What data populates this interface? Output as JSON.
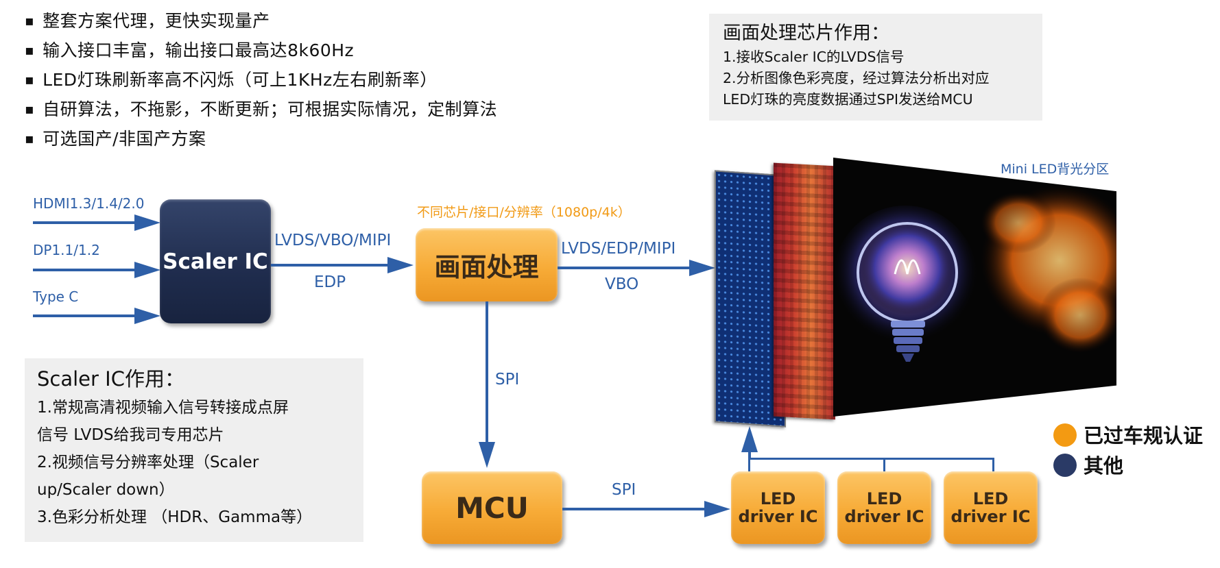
{
  "bullets": [
    "整套方案代理，更快实现量产",
    "输入接口丰富，输出接口最高达8k60Hz",
    "LED灯珠刷新率高不闪烁（可上1KHz左右刷新率）",
    "自研算法，不拖影，不断更新；可根据实际情况，定制算法",
    "可选国产/非国产方案"
  ],
  "proc_info": {
    "title": "画面处理芯片作用：",
    "lines": [
      "1.接收Scaler IC的LVDS信号",
      "2.分析图像色彩亮度，经过算法分析出对应",
      "LED灯珠的亮度数据通过SPI发送给MCU"
    ]
  },
  "scaler_info": {
    "title": "Scaler IC作用：",
    "lines": [
      "1.常规高清视频输入信号转接成点屏",
      "信号 LVDS给我司专用芯片",
      "2.视频信号分辨率处理（Scaler",
      "up/Scaler down）",
      "3.色彩分析处理 （HDR、Gamma等）"
    ]
  },
  "inputs": [
    "HDMI1.3/1.4/2.0",
    "DP1.1/1.2",
    "Type C"
  ],
  "blocks": {
    "scaler": "Scaler IC",
    "processing": "画面处理",
    "mcu": "MCU",
    "led_driver": {
      "line1": "LED",
      "line2": "driver IC"
    }
  },
  "links": {
    "scaler_to_proc_top": "LVDS/VBO/MIPI",
    "scaler_to_proc_bottom": "EDP",
    "proc_to_display_top": "LVDS/EDP/MIPI",
    "proc_to_display_bottom": "VBO",
    "proc_to_mcu": "SPI",
    "mcu_to_driver": "SPI"
  },
  "proc_note": "不同芯片/接口/分辨率（1080p/4k）",
  "display_label": "Mini LED背光分区",
  "legend": [
    {
      "label": "已过车规认证",
      "color": "#f39a12"
    },
    {
      "label": "其他",
      "color": "#2a3a66"
    }
  ],
  "colors": {
    "accent_blue": "#2e5fa7",
    "orange_text": "#f19a15",
    "orange_box": "#f7ab37",
    "navy_box": "#1f2c4d",
    "info_bg": "#efefef"
  }
}
